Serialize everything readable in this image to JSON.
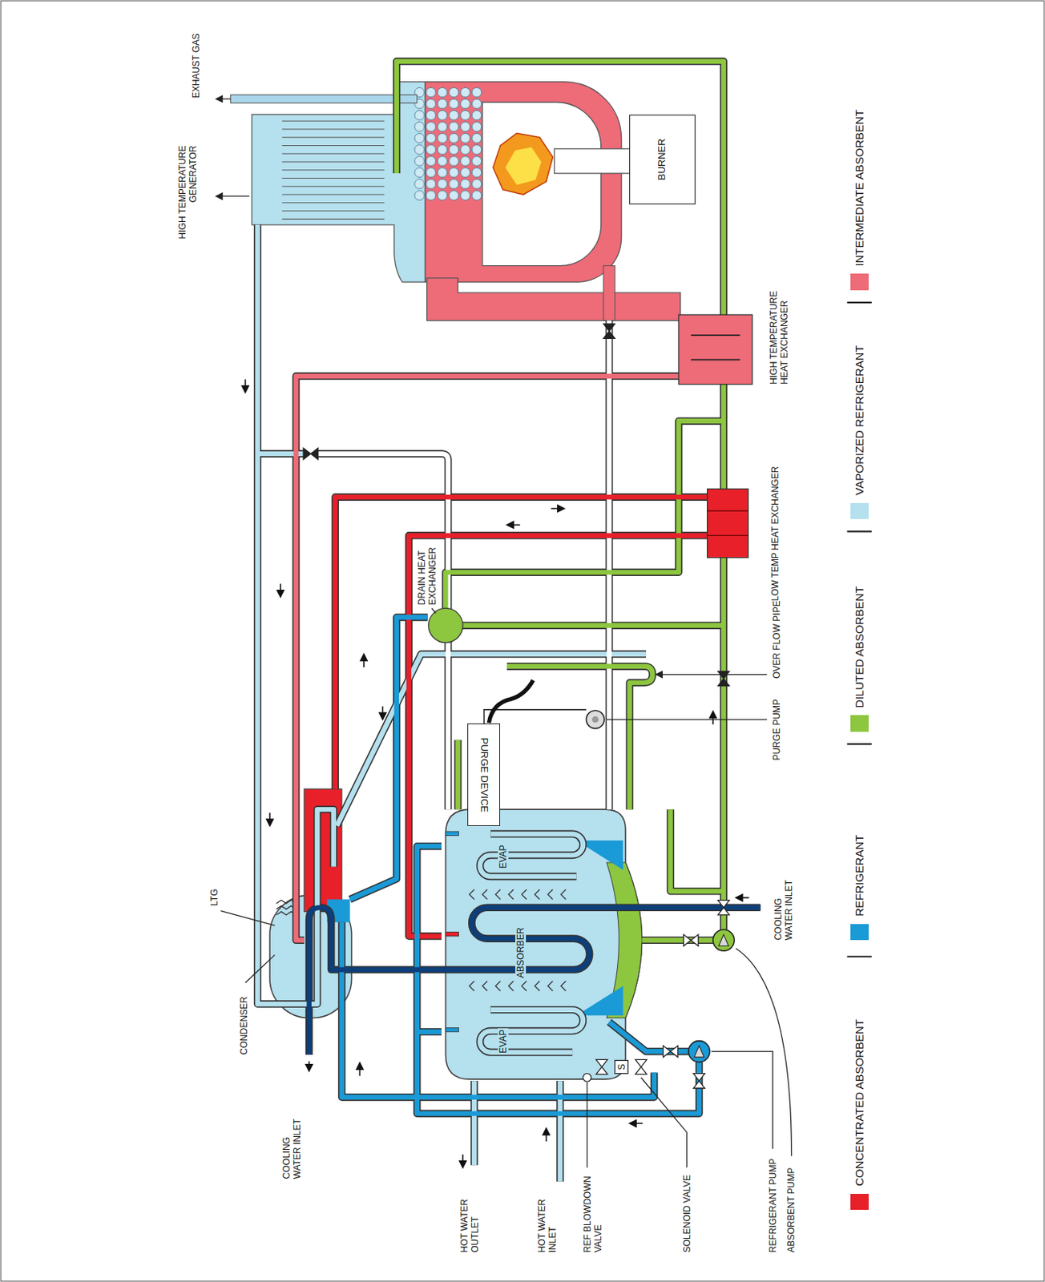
{
  "diagram": {
    "nodes": [
      {
        "text": [
          "BURNER"
        ]
      },
      {
        "text": [
          "PURGE DEVICE"
        ]
      }
    ],
    "labels": [
      "HIGH TEMPERATURE GENERATOR",
      "EXHAUST GAS",
      "HIGH TEMPERATURE HEAT EXCHANGER",
      "DRAIN HEAT EXCHANGER",
      "LOW TEMP HEAT EXCHANGER",
      "OVER FLOW PIPE",
      "PURGE PUMP",
      "LTG",
      "CONDENSER",
      "COOLING WATER INLET",
      "EVAP",
      "ABSORBER",
      "EVAP",
      "S",
      "COOLING WATER INLET",
      "HOT WATER OUTLET",
      "HOT WATER INLET",
      "REF BLOWDOWN VALVE",
      "SOLENOID VALVE",
      "REFRIGERANT PUMP",
      "ABSORBENT PUMP"
    ],
    "legend": [
      {
        "text": "CONCENTRATED ABSORBENT",
        "color": "#e8202a"
      },
      {
        "text": "REFRIGERANT",
        "color": "#1a9ad6"
      },
      {
        "text": "DILUTED ABSORBENT",
        "color": "#8dc63f"
      },
      {
        "text": "VAPORIZED REFRIGERANT",
        "color": "#b5e0ee"
      },
      {
        "text": "INTERMEDIATE ABSORBENT",
        "color": "#ee6b78"
      }
    ]
  }
}
